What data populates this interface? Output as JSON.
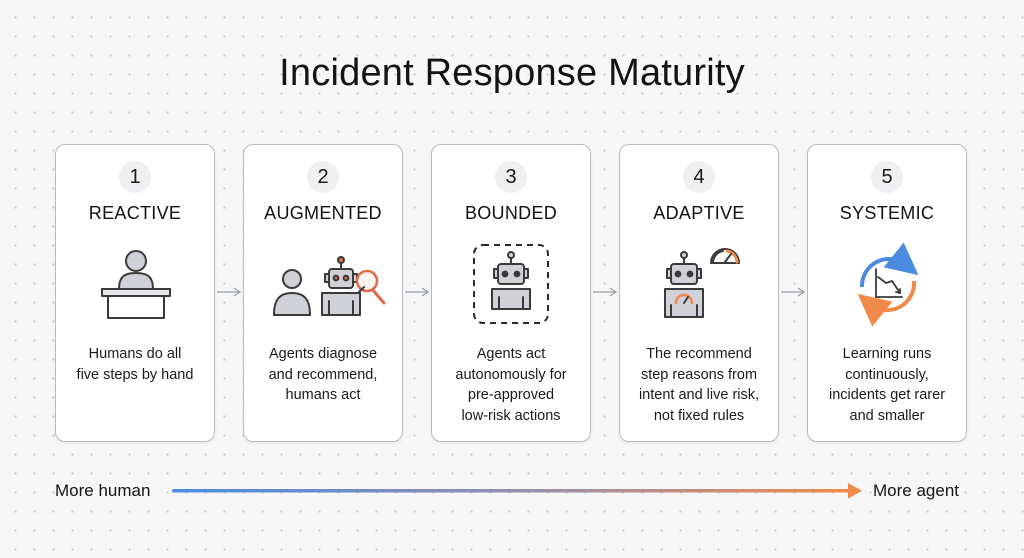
{
  "title": "Incident Response Maturity",
  "stages": [
    {
      "number": "1",
      "name": "REACTIVE",
      "icon": "human-at-desk-icon",
      "lines": [
        "Humans do all",
        "five steps by hand"
      ]
    },
    {
      "number": "2",
      "name": "AUGMENTED",
      "icon": "human-and-robot-magnifier-icon",
      "lines": [
        "Agents diagnose",
        "and recommend,",
        "humans act"
      ]
    },
    {
      "number": "3",
      "name": "BOUNDED",
      "icon": "robot-in-dashed-box-icon",
      "lines": [
        "Agents act",
        "autonomously for",
        "pre-approved",
        "low-risk actions"
      ]
    },
    {
      "number": "4",
      "name": "ADAPTIVE",
      "icon": "robot-with-gauge-icon",
      "lines": [
        "The recommend",
        "step reasons from",
        "intent and live risk,",
        "not fixed rules"
      ]
    },
    {
      "number": "5",
      "name": "SYSTEMIC",
      "icon": "learning-cycle-icon",
      "lines": [
        "Learning runs",
        "continuously,",
        "incidents get rarer",
        "and smaller"
      ]
    }
  ],
  "axis": {
    "left_label": "More human",
    "right_label": "More agent"
  },
  "colors": {
    "human_blue": "#4a8be0",
    "agent_orange": "#ef8a4a",
    "card_border": "#b9bcc3",
    "icon_gray": "#cfd1d6",
    "icon_dark": "#3a3a3a"
  }
}
